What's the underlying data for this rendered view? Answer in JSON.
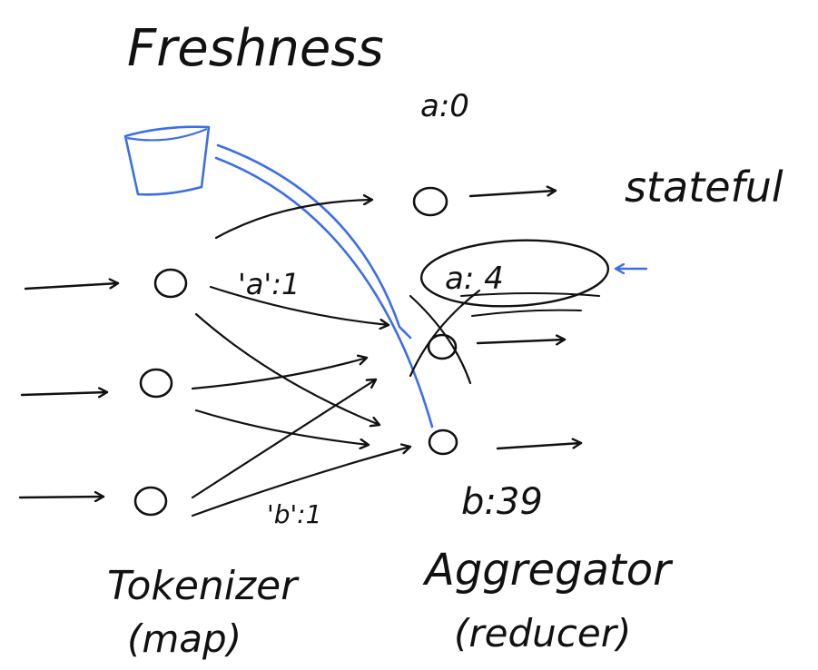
{
  "title": "Freshness",
  "colors": {
    "ink": "#111111",
    "accent": "#3d6ee6"
  },
  "aggregator_labels": {
    "top_node": "a:0",
    "middle_node": "a: 4",
    "bottom_node": "b:39",
    "stateful": "stateful"
  },
  "edge_labels": {
    "a_edge": "'a':1",
    "b_edge": "'b':1"
  },
  "stage_labels": {
    "tokenizer": "Tokenizer",
    "tokenizer_role": "(map)",
    "aggregator": "Aggregator",
    "aggregator_role": "(reducer)"
  },
  "node_glyph": "O"
}
